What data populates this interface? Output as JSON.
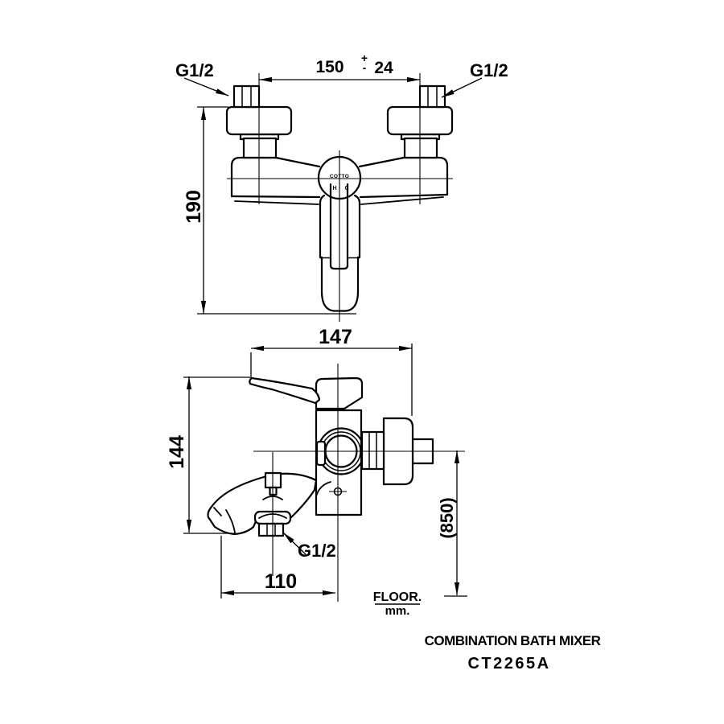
{
  "front_view": {
    "thread_left": "G1/2",
    "thread_right": "G1/2",
    "center_distance": "150",
    "tolerance_plus": "+",
    "tolerance_minus": "-",
    "tolerance_value": "24",
    "overall_height": "190",
    "logo": "COTTO",
    "hot_marker": "H",
    "cold_marker": "C"
  },
  "side_view": {
    "overall_depth": "147",
    "body_height": "144",
    "spout_reach": "110",
    "install_height": "(850)",
    "thread_spout": "G1/2",
    "floor_label": "FLOOR.",
    "floor_unit": "mm."
  },
  "title_block": {
    "product_name": "COMBINATION BATH MIXER",
    "model_code": "CT2265A"
  },
  "colors": {
    "line": "#000000",
    "background": "#ffffff"
  }
}
